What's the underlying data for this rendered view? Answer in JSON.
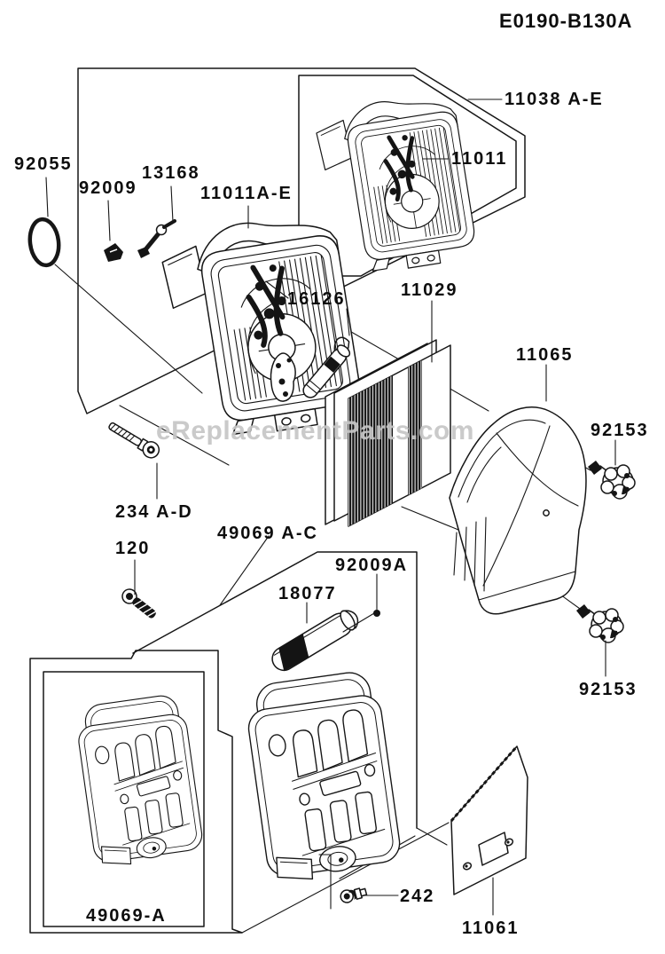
{
  "diagram": {
    "code": "E0190-B130A",
    "watermark": "eReplacementParts.com",
    "background_color": "#ffffff",
    "line_color": "#161616",
    "watermark_color": "#c6c6c6",
    "callouts": [
      {
        "text": "11038 A-E"
      },
      {
        "text": "11011"
      },
      {
        "text": "92055"
      },
      {
        "text": "92009"
      },
      {
        "text": "13168"
      },
      {
        "text": "11011A-E"
      },
      {
        "text": "16126"
      },
      {
        "text": "11029"
      },
      {
        "text": "11065"
      },
      {
        "text": "92153"
      },
      {
        "text": "234 A-D"
      },
      {
        "text": "120"
      },
      {
        "text": "49069 A-C"
      },
      {
        "text": "92009A"
      },
      {
        "text": "18077"
      },
      {
        "text": "92153"
      },
      {
        "text": "49069-A"
      },
      {
        "text": "242"
      },
      {
        "text": "11061"
      }
    ]
  }
}
